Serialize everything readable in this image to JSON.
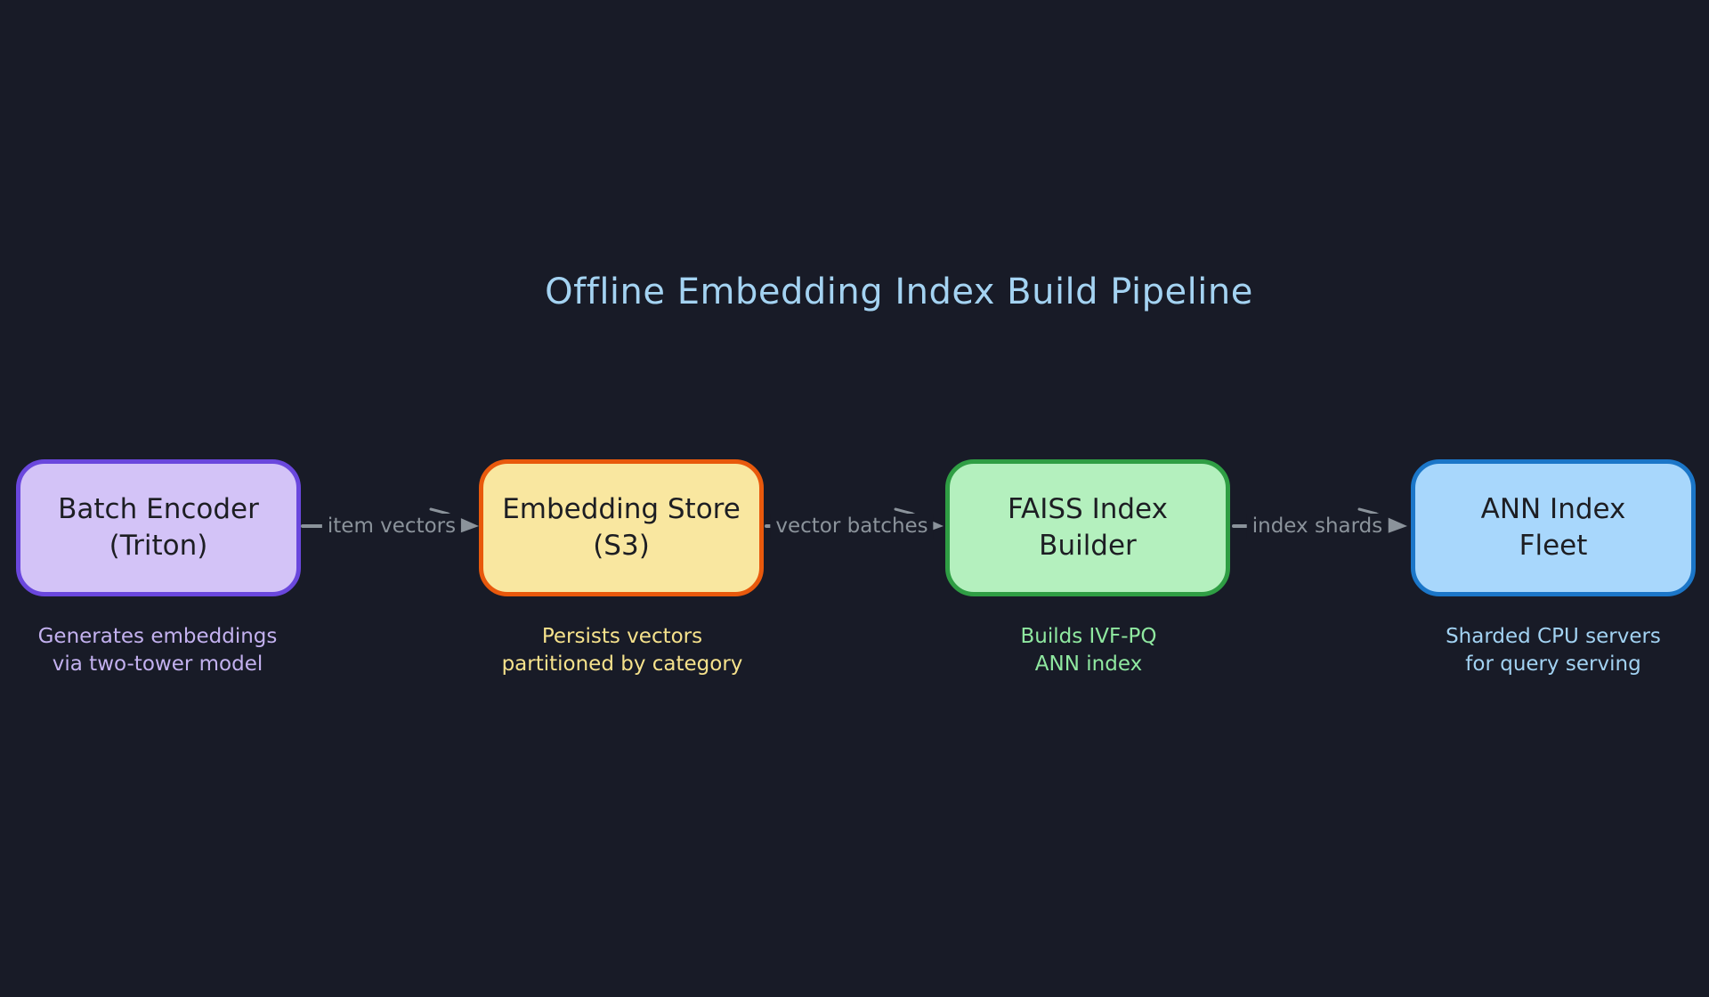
{
  "canvas": {
    "background": "#181b27"
  },
  "title": {
    "text": "Offline Embedding Index Build Pipeline",
    "color": "#a4d3f2"
  },
  "diagram": {
    "type": "flowchart",
    "direction": "left-to-right",
    "nodes": [
      {
        "name": "batch-encoder",
        "line1": "Batch Encoder",
        "line2": "(Triton)",
        "fill": "#d3c3f7",
        "border": "#6a47dd",
        "text_color": "#1d1e23",
        "caption": {
          "line1": "Generates embeddings",
          "line2": "via two-tower model",
          "color": "#c3b1ef"
        }
      },
      {
        "name": "embedding-store",
        "line1": "Embedding Store",
        "line2": "(S3)",
        "fill": "#f9e7a0",
        "border": "#e8590c",
        "text_color": "#1d1e23",
        "caption": {
          "line1": "Persists vectors",
          "line2": "partitioned by category",
          "color": "#f6e28c"
        }
      },
      {
        "name": "faiss-index-builder",
        "line1": "FAISS Index",
        "line2": "Builder",
        "fill": "#b4f0be",
        "border": "#2f9e44",
        "text_color": "#1d1e23",
        "caption": {
          "line1": "Builds IVF-PQ",
          "line2": "ANN index",
          "color": "#8fe8a0"
        }
      },
      {
        "name": "ann-index-fleet",
        "line1": "ANN Index",
        "line2": "Fleet",
        "fill": "#a8d7fc",
        "border": "#1b76c8",
        "text_color": "#1d1e23",
        "caption": {
          "line1": "Sharded CPU servers",
          "line2": "for query serving",
          "color": "#a2d2f2"
        }
      }
    ],
    "edges": [
      {
        "label": "item vectors",
        "from": "batch-encoder",
        "to": "embedding-store"
      },
      {
        "label": "vector batches",
        "from": "embedding-store",
        "to": "faiss-index-builder"
      },
      {
        "label": "index shards",
        "from": "faiss-index-builder",
        "to": "ann-index-fleet"
      }
    ],
    "edge_color": "#8b939b"
  }
}
